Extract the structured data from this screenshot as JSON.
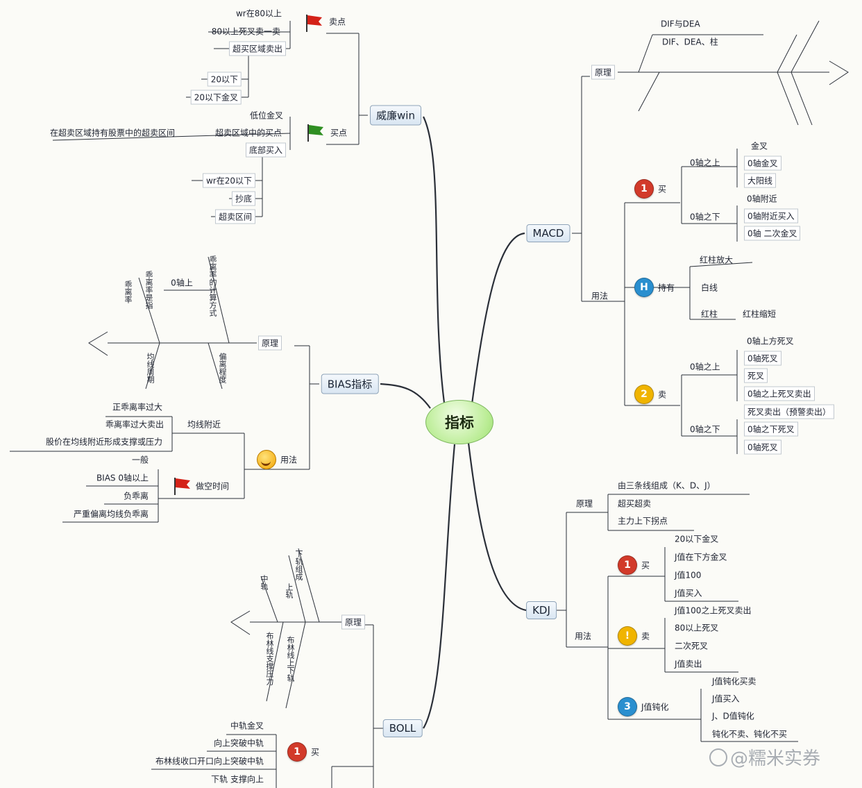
{
  "center": {
    "label": "指标"
  },
  "branches": {
    "rsi": {
      "label": "威廉win"
    },
    "macd": {
      "label": "MACD"
    },
    "bias": {
      "label": "BIAS指标"
    },
    "kdj": {
      "label": "KDJ"
    },
    "boll": {
      "label": "BOLL"
    }
  },
  "macd": {
    "fishbone_head": "原理",
    "fish_labels": [
      "DIF与DEA",
      "DIF、DEA、柱"
    ],
    "use_label": "用法",
    "buy_label": "买",
    "above_zero": "0轴之上",
    "below_zero": "0轴之下",
    "above_items": [
      "金叉",
      "0轴金叉",
      "大阳线"
    ],
    "below_items": [
      "0轴附近",
      "0轴附近买入",
      "0轴 二次金叉"
    ],
    "hold_label": "持有",
    "hold_sub": [
      "红柱放大",
      "白线",
      "红柱",
      "红柱缩短"
    ],
    "sell_label": "卖",
    "sell_above": [
      "0轴上方死叉",
      "0轴死叉",
      "死叉",
      "0轴之上死叉卖出"
    ],
    "sell_below": [
      "死叉卖出（预警卖出）",
      "0轴之下死叉",
      "0轴死叉"
    ],
    "badge_buy": "1",
    "badge_hold": "H",
    "badge_sell": "2"
  },
  "kdj": {
    "principle_label": "原理",
    "principle_items": [
      "由三条线组成（K、D、J）",
      "超买超卖",
      "主力上下拐点"
    ],
    "use_label": "用法",
    "buy_label": "买",
    "buy_items": [
      "20以下金叉",
      "J值在下方金叉",
      "J值100",
      "J值买入"
    ],
    "sell_label": "卖",
    "sell_items": [
      "J值100之上死叉卖出",
      "80以上死叉",
      "二次死叉",
      "J值卖出"
    ],
    "other_label": "J值钝化",
    "other_items": [
      "J值钝化买卖",
      "J值买入",
      "J、D值钝化",
      "钝化不卖、钝化不买"
    ],
    "badge_buy": "1",
    "badge_sell": "!",
    "badge_other": "3"
  },
  "rsi": {
    "sell_label": "卖点",
    "buy_label": "买点",
    "top_items": [
      "wr在80以上",
      "80以上死叉卖一卖",
      "超买区域卖出"
    ],
    "mid_items": [
      "20以下",
      "20以下金叉"
    ],
    "buy_items": [
      "低位金叉",
      "超卖区域中的买点",
      "底部买入"
    ],
    "long_item": "在超卖区域持有股票中的超卖区间",
    "bottom_items": [
      "wr在20以下",
      "抄底",
      "超卖区间"
    ]
  },
  "bias": {
    "fishbone_head": "原理",
    "fish_top": [
      "乖离率",
      "乖离率是指",
      "0轴上",
      "乖离率的计算方式"
    ],
    "fish_bottom": [
      "均线周期",
      "偏离程度"
    ],
    "use_label": "用法",
    "sell_label": "做空时间",
    "buy_sub": "均线附近",
    "buy_items": [
      "正乖离率过大",
      "乖离率过大卖出",
      "股价在均线附近形成支撑或压力",
      "一般"
    ],
    "sell_items": [
      "BIAS 0轴以上",
      "负乖离",
      "严重偏离均线负乖离"
    ]
  },
  "boll": {
    "fishbone_head": "原理",
    "fish_top": [
      "中轨",
      "上轨",
      "下轨组成"
    ],
    "fish_bottom": [
      "布林线支撑压力",
      "布林线上下轨"
    ],
    "buy_label": "买",
    "buy_items": [
      "中轨金叉",
      "向上突破中轨",
      "布林线收口开口向上突破中轨",
      "下轨 支撑向上"
    ],
    "badge_buy": "1"
  },
  "watermark": "@糯米实券",
  "colors": {
    "line": "#2a2f38",
    "red_badge": "#d23a2a",
    "blue_badge": "#2a8fcf",
    "yellow_badge": "#f0b400",
    "flag_red": "#d42218",
    "flag_green": "#2f8f22"
  }
}
